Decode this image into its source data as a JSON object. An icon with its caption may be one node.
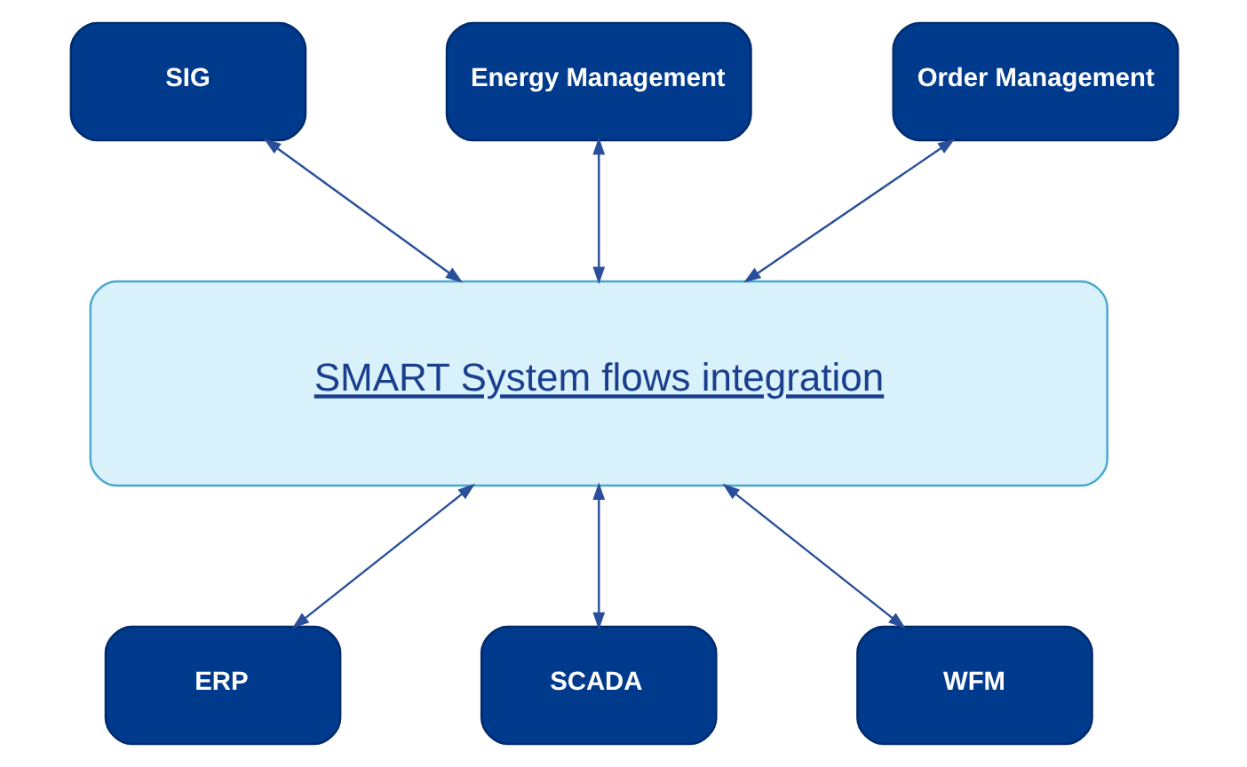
{
  "diagram": {
    "nodes": [
      {
        "text": [
          "SIG"
        ]
      },
      {
        "text": [
          "Energy Management"
        ]
      },
      {
        "text": [
          "Order Management"
        ]
      },
      {
        "text": [
          "SMART System flows integration"
        ]
      },
      {
        "text": [
          "ERP"
        ]
      },
      {
        "text": [
          "SCADA"
        ]
      },
      {
        "text": [
          "WFM"
        ]
      }
    ],
    "edges": [
      {
        "from": 0,
        "to": 3,
        "arrow": "both"
      },
      {
        "from": 1,
        "to": 3,
        "arrow": "both"
      },
      {
        "from": 2,
        "to": 3,
        "arrow": "both"
      },
      {
        "from": 3,
        "to": 4,
        "arrow": "both"
      },
      {
        "from": 3,
        "to": 5,
        "arrow": "both"
      },
      {
        "from": 3,
        "to": 6,
        "arrow": "both"
      }
    ]
  }
}
